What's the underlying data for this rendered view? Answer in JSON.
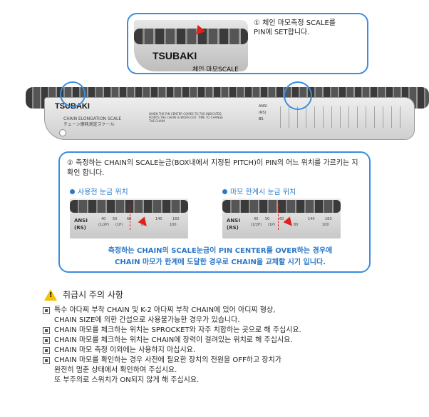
{
  "illustration": {
    "logo": "TSUBAKI",
    "caption_line1": "CHAIN ELONGATION SCALE",
    "caption_line2": "チェーン摩耗測定スケール",
    "note": "WHEN THE PIN CENTER COMES TO THE INDICATED POINTS THE CHAIN IS WORN OUT. TIME TO CHANGE THE CHAIN",
    "ansi": "ANSI",
    "rs": "(RS)",
    "bs": "BS"
  },
  "step1": {
    "line1": "① 체인 마모측정 SCALE를",
    "line2": "PIN에 SET합니다.",
    "zoom_logo": "TSUBAKI",
    "zoom_label": "체인 마모SCALE"
  },
  "step2": {
    "instruction": "② 측정하는 CHAIN의 SCALE눈금(BOX내에서 지정된 PITCH)이 PIN의 어느 위치를 가르키는 지 확인 합니다.",
    "pane_before_title": "사용전 눈금 위치",
    "pane_limit_title": "마모 한계시 눈금 위치",
    "pane_ansi": "ANSI",
    "pane_rs": "(RS)",
    "ticks_top": [
      "40",
      "50",
      "60",
      "140",
      "160"
    ],
    "ticks_bottom": [
      "(1/2P)",
      "(1P)",
      "80",
      "100"
    ],
    "summary_line1": "측정하는 CHAIN의 SCALE눈금이 PIN CENTER를 OVER하는 경우에",
    "summary_line2": "CHAIN 마모가 한계에 도달한 경우로 CHAIN을 교체할 시기 입니다."
  },
  "cautions": {
    "title": "취급시 주의 사항",
    "items": [
      "특수 아다찌 부착 CHAIN 및 K-2 아다찌 부착 CHAIN에 있어 아디찌 형상,\nCHAIN SIZE에 의한 간섭으로 사용불가능한 경우가 있습니다.",
      "CHAIN 마모를 체크하는 위치는 SPROCKET와 자주 치합하는 곳으로 해 주십시요.",
      "CHAIN 마모를 체크하는 위치는 CHAIN에 장력이 걸려있는 위치로 해 주십시요.",
      "CHAIN 마모 측정 이외에는 사용하지 마십시요.",
      "CHAIN 마모를 확인하는 경우 사전에 필요한 장치의 전원을 OFF하고 장치가\n완전히 멈춘 상태에서 확인하여 주십시요.\n또 부주의로 스위치가 ON되지 않게 해 주십시요."
    ]
  },
  "colors": {
    "accent_blue": "#3a8ede",
    "text_blue": "#2a78c8",
    "arrow_red": "#e0201c",
    "warning_yellow": "#f4c200"
  }
}
